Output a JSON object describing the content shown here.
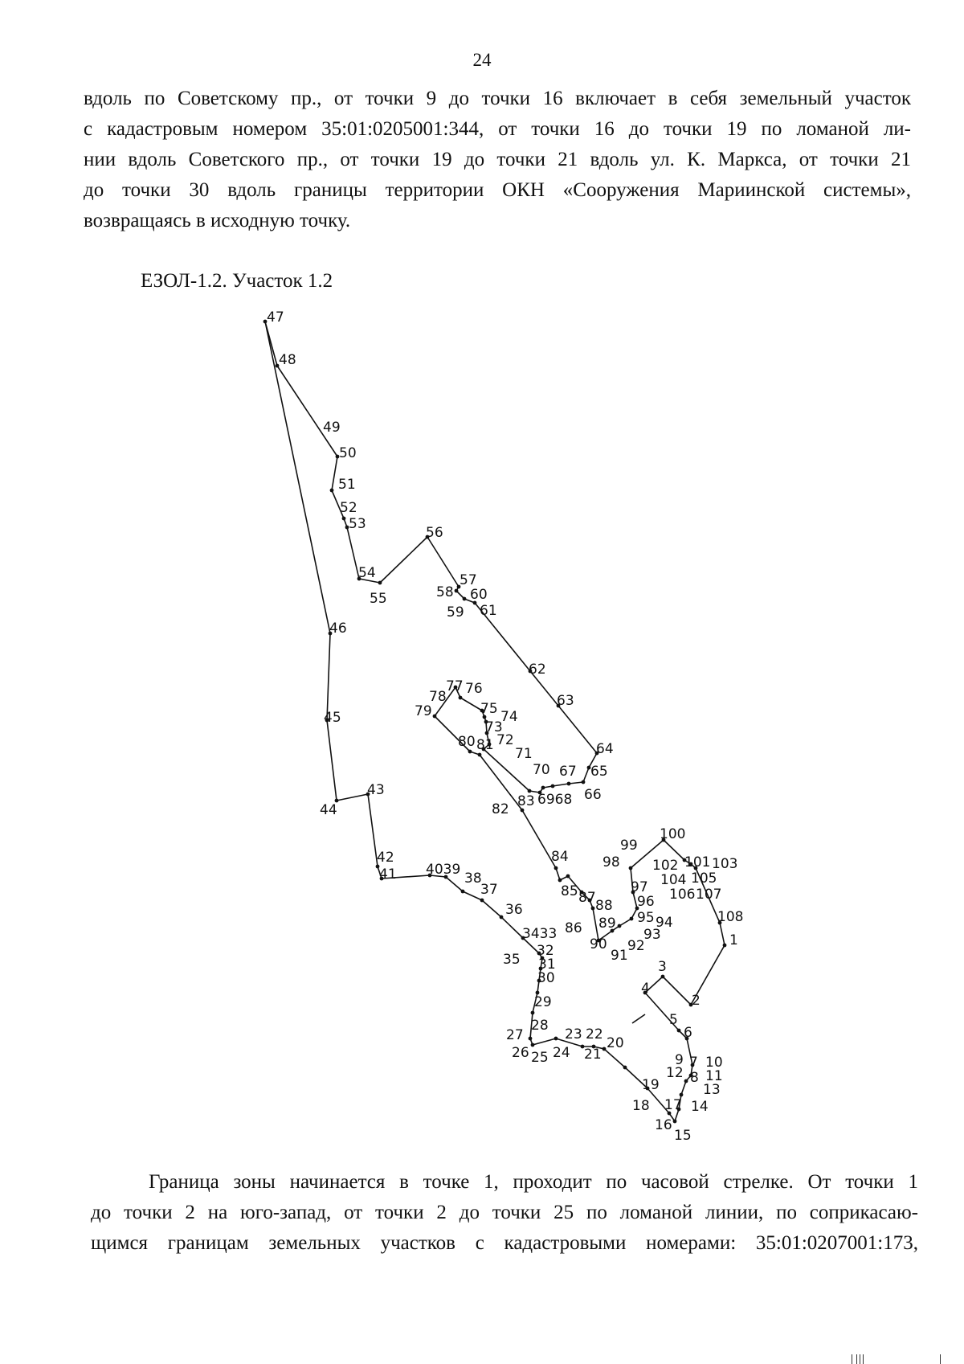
{
  "page": {
    "number": "24"
  },
  "top_paragraph": {
    "lines": [
      "вдоль по Советскому пр., от точки 9 до точки 16 включает в себя земельный участок",
      "с кадастровым номером 35:01:0205001:344, от точки 16 до точки 19 по ломаной ли-",
      "нии вдоль Советского пр., от точки 19 до точки 21 вдоль ул. К. Маркса, от точки 21",
      "до точки 30 вдоль границы территории ОКН «Сооружения Мариинской системы»,",
      "возвращаясь в исходную точку."
    ]
  },
  "section": {
    "caption": "ЕЗОЛ-1.2. Участок 1.2"
  },
  "plan": {
    "point_labels": [
      {
        "id": "p1",
        "text": "1"
      },
      {
        "id": "p2",
        "text": "2"
      },
      {
        "id": "p3",
        "text": "3"
      },
      {
        "id": "p4",
        "text": "4"
      },
      {
        "id": "p5",
        "text": "5"
      },
      {
        "id": "p6",
        "text": "6"
      },
      {
        "id": "p7",
        "text": "7"
      },
      {
        "id": "p8",
        "text": "8"
      },
      {
        "id": "p9",
        "text": "9"
      },
      {
        "id": "p10",
        "text": "10"
      },
      {
        "id": "p11",
        "text": "11"
      },
      {
        "id": "p12",
        "text": "12"
      },
      {
        "id": "p13",
        "text": "13"
      },
      {
        "id": "p14",
        "text": "14"
      },
      {
        "id": "p15",
        "text": "15"
      },
      {
        "id": "p16",
        "text": "16"
      },
      {
        "id": "p17",
        "text": "17"
      },
      {
        "id": "p18",
        "text": "18"
      },
      {
        "id": "p19",
        "text": "19"
      },
      {
        "id": "p20",
        "text": "20"
      },
      {
        "id": "p21",
        "text": "21"
      },
      {
        "id": "p22",
        "text": "22"
      },
      {
        "id": "p23",
        "text": "23"
      },
      {
        "id": "p24",
        "text": "24"
      },
      {
        "id": "p25",
        "text": "25"
      },
      {
        "id": "p26",
        "text": "26"
      },
      {
        "id": "p27",
        "text": "27"
      },
      {
        "id": "p28",
        "text": "28"
      },
      {
        "id": "p29",
        "text": "29"
      },
      {
        "id": "p30",
        "text": "30"
      },
      {
        "id": "p31",
        "text": "31"
      },
      {
        "id": "p32",
        "text": "32"
      },
      {
        "id": "p3433",
        "text": "3433"
      },
      {
        "id": "p35",
        "text": "35"
      },
      {
        "id": "p36",
        "text": "36"
      },
      {
        "id": "p37",
        "text": "37"
      },
      {
        "id": "p38",
        "text": "38"
      },
      {
        "id": "p4039",
        "text": "4039"
      },
      {
        "id": "p41",
        "text": "41"
      },
      {
        "id": "p42",
        "text": "42"
      },
      {
        "id": "p43",
        "text": "43"
      },
      {
        "id": "p44",
        "text": "44"
      },
      {
        "id": "p45",
        "text": "45"
      },
      {
        "id": "p46",
        "text": "46"
      },
      {
        "id": "p47",
        "text": "47"
      },
      {
        "id": "p48",
        "text": "48"
      },
      {
        "id": "p49",
        "text": "49"
      },
      {
        "id": "p50",
        "text": "50"
      },
      {
        "id": "p51",
        "text": "51"
      },
      {
        "id": "p52",
        "text": "52"
      },
      {
        "id": "p53",
        "text": "53"
      },
      {
        "id": "p54",
        "text": "54"
      },
      {
        "id": "p55",
        "text": "55"
      },
      {
        "id": "p56",
        "text": "56"
      },
      {
        "id": "p57",
        "text": "57"
      },
      {
        "id": "p58",
        "text": "58"
      },
      {
        "id": "p59",
        "text": "59"
      },
      {
        "id": "p60",
        "text": "60"
      },
      {
        "id": "p61",
        "text": "61"
      },
      {
        "id": "p62",
        "text": "62"
      },
      {
        "id": "p63",
        "text": "63"
      },
      {
        "id": "p64",
        "text": "64"
      },
      {
        "id": "p65",
        "text": "65"
      },
      {
        "id": "p66",
        "text": "66"
      },
      {
        "id": "p67",
        "text": "67"
      },
      {
        "id": "p6968",
        "text": "6968"
      },
      {
        "id": "p70",
        "text": "70"
      },
      {
        "id": "p71",
        "text": "71"
      },
      {
        "id": "p72",
        "text": "72"
      },
      {
        "id": "p73",
        "text": "73"
      },
      {
        "id": "p74",
        "text": "74"
      },
      {
        "id": "p75",
        "text": "75"
      },
      {
        "id": "p76",
        "text": "76"
      },
      {
        "id": "p77",
        "text": "77"
      },
      {
        "id": "p78",
        "text": "78"
      },
      {
        "id": "p79",
        "text": "79"
      },
      {
        "id": "p80",
        "text": "80"
      },
      {
        "id": "p81",
        "text": "81"
      },
      {
        "id": "p82",
        "text": "82"
      },
      {
        "id": "p83",
        "text": "83"
      },
      {
        "id": "p84",
        "text": "84"
      },
      {
        "id": "p85",
        "text": "85"
      },
      {
        "id": "p86",
        "text": "86"
      },
      {
        "id": "p87",
        "text": "87"
      },
      {
        "id": "p88",
        "text": "88"
      },
      {
        "id": "p89",
        "text": "89"
      },
      {
        "id": "p90",
        "text": "90"
      },
      {
        "id": "p91",
        "text": "91"
      },
      {
        "id": "p92",
        "text": "92"
      },
      {
        "id": "p93",
        "text": "93"
      },
      {
        "id": "p94",
        "text": "94"
      },
      {
        "id": "p95",
        "text": "95"
      },
      {
        "id": "p96",
        "text": "96"
      },
      {
        "id": "p97",
        "text": "97"
      },
      {
        "id": "p98",
        "text": "98"
      },
      {
        "id": "p99",
        "text": "99"
      },
      {
        "id": "p100",
        "text": "100"
      },
      {
        "id": "p101",
        "text": "101"
      },
      {
        "id": "p102",
        "text": "102"
      },
      {
        "id": "p103",
        "text": "103"
      },
      {
        "id": "p104",
        "text": "104"
      },
      {
        "id": "p105",
        "text": "105"
      },
      {
        "id": "p106",
        "text": "106"
      },
      {
        "id": "p107",
        "text": "107"
      },
      {
        "id": "p108",
        "text": "108"
      }
    ]
  },
  "bottom_paragraph": {
    "lines": [
      "Граница зоны начинается в точке 1, проходит по часовой стрелке. От точки 1",
      "до точки 2 на юго-запад, от точки 2 до точки 25 по ломаной линии, по соприкасаю-",
      "щимся  границам земельных участков с кадастровыми номерами: 35:01:0207001:173,"
    ]
  }
}
